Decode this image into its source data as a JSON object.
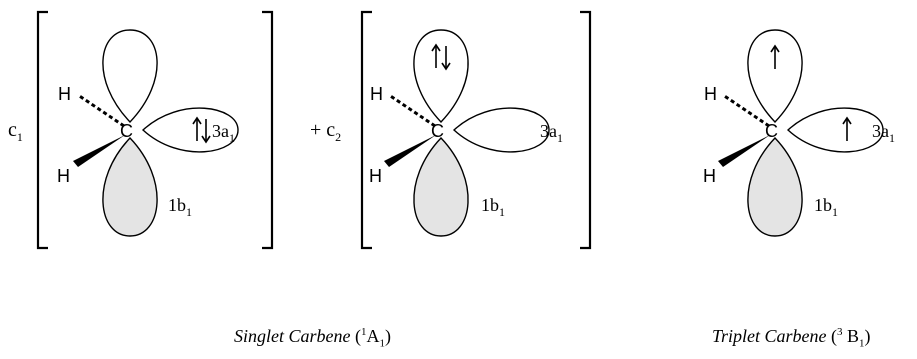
{
  "coefficients": {
    "c1": "c",
    "c1_sub": "1",
    "plus": "+ c",
    "c2_sub": "2"
  },
  "atoms": {
    "carbon": "C",
    "hydrogen": "H"
  },
  "orbitals": {
    "a1_label": "3a",
    "a1_sub": "1",
    "b1_label": "1b",
    "b1_sub": "1"
  },
  "captions": {
    "singlet_name": "Singlet Carbene",
    "singlet_open": " (",
    "singlet_sup": "1",
    "singlet_term": "A",
    "singlet_sub": "1",
    "singlet_close": ")",
    "triplet_name": "Triplet Carbene",
    "triplet_open": " (",
    "triplet_sup": "3",
    "triplet_term": " B",
    "triplet_sub": "1",
    "triplet_close": ")"
  },
  "colors": {
    "filled_lobe": "#e4e4e4",
    "line": "#000000"
  }
}
